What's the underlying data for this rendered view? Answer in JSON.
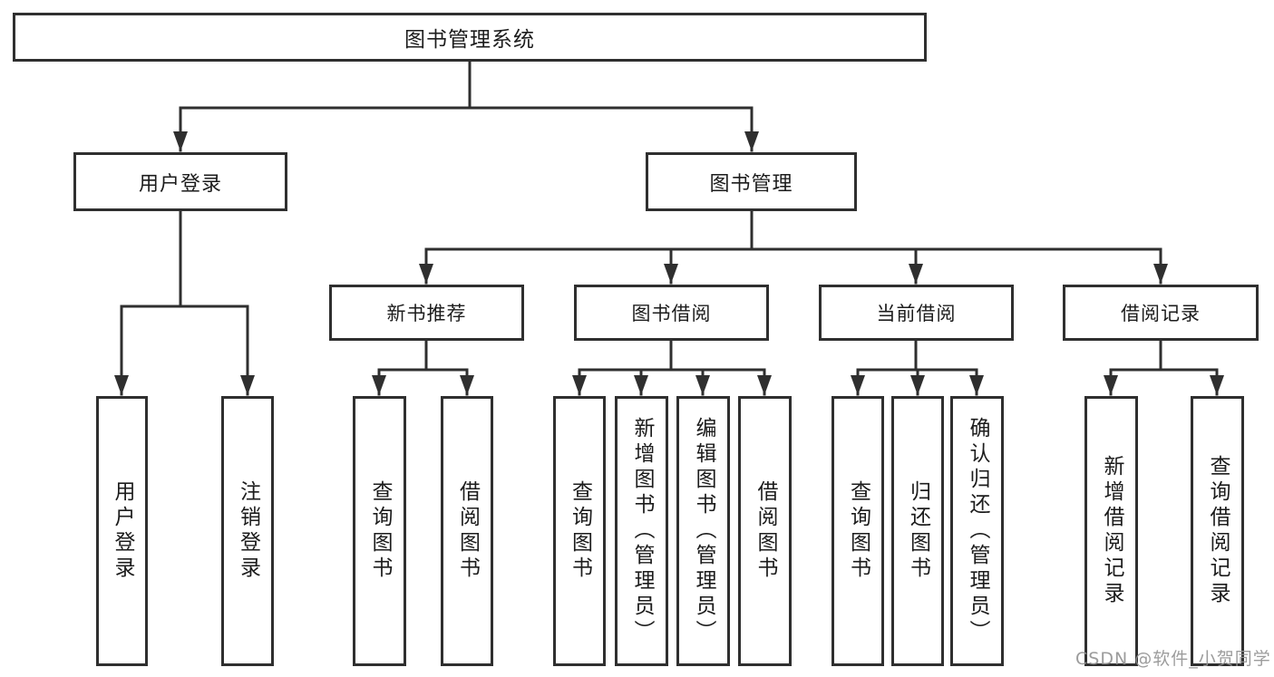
{
  "diagram": {
    "title": "图书管理系统",
    "branches": [
      {
        "label": "用户登录",
        "children": [
          {
            "label": "用户登录"
          },
          {
            "label": "注销登录"
          }
        ]
      },
      {
        "label": "图书管理",
        "children": [
          {
            "label": "新书推荐",
            "children": [
              {
                "label": "查询图书"
              },
              {
                "label": "借阅图书"
              }
            ]
          },
          {
            "label": "图书借阅",
            "children": [
              {
                "label": "查询图书"
              },
              {
                "label": "新增图书（管理员）"
              },
              {
                "label": "编辑图书（管理员）"
              },
              {
                "label": "借阅图书"
              }
            ]
          },
          {
            "label": "当前借阅",
            "children": [
              {
                "label": "查询图书"
              },
              {
                "label": "归还图书"
              },
              {
                "label": "确认归还（管理员）"
              }
            ]
          },
          {
            "label": "借阅记录",
            "children": [
              {
                "label": "新增借阅记录"
              },
              {
                "label": "查询借阅记录"
              }
            ]
          }
        ]
      }
    ]
  },
  "style": {
    "line_color": "#2f2f2f",
    "box_background": "#ffffff",
    "text_color": "#1c1c1c",
    "watermark_color": "#949494"
  },
  "watermark": {
    "text": "CSDN @软件_小贺同学"
  }
}
